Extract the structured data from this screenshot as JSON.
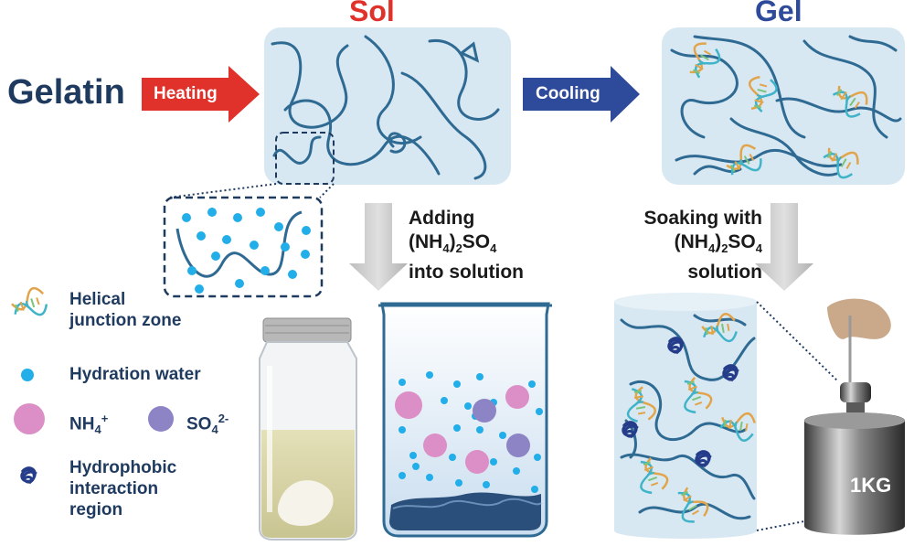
{
  "titles": {
    "gelatin": "Gelatin",
    "sol": "Sol",
    "gel": "Gel"
  },
  "arrows": {
    "heating": "Heating",
    "cooling": "Cooling"
  },
  "steps": {
    "adding": {
      "line1": "Adding",
      "line3": "into solution"
    },
    "soaking": {
      "line1": "Soaking with",
      "line3": "solution"
    },
    "salt": {
      "a": "(NH",
      "b": "4",
      "c": ")",
      "d": "2",
      "e": "SO",
      "f": "4"
    }
  },
  "legend": {
    "helical": {
      "line1": "Helical",
      "line2": "junction zone"
    },
    "hydration": "Hydration water",
    "nh4": {
      "base": "NH",
      "sub": "4",
      "sup": "+"
    },
    "so4": {
      "base": "SO",
      "sub": "4",
      "sup": "2-"
    },
    "hydrophobic": {
      "line1": "Hydrophobic",
      "line2": "interaction",
      "line3": "region"
    }
  },
  "weight_label": "1KG",
  "colors": {
    "sol_red": "#e0312b",
    "gel_blue": "#2e4a9a",
    "navy": "#1f3a5f",
    "chain": "#2f6a93",
    "water": "#22aee8",
    "nh4": "#dc8ec6",
    "so4": "#8c84c4",
    "box_fill": "#d8e8f3"
  }
}
